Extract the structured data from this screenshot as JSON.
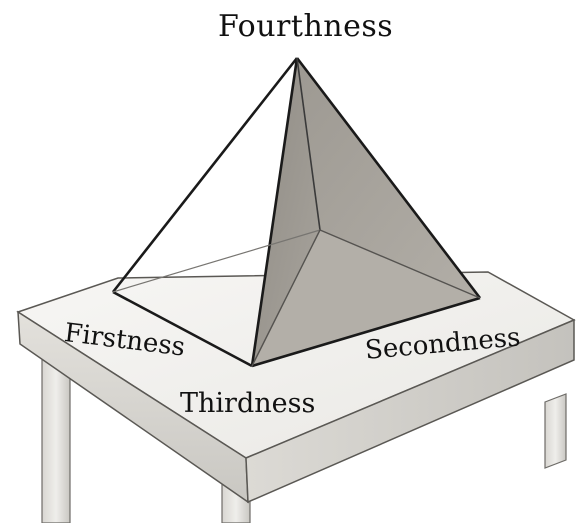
{
  "labels": {
    "top": "Fourthness",
    "left": "Firstness",
    "right": "Secondness",
    "front": "Thirdness"
  },
  "colors": {
    "outline": "#1a1a1a",
    "shaded_face": "#a39f98",
    "shaded_face_dark": "#8e8a84",
    "table_top": "#f2f1ee",
    "table_edge": "#d9d7d2",
    "table_leg": "#e2e0dc"
  }
}
